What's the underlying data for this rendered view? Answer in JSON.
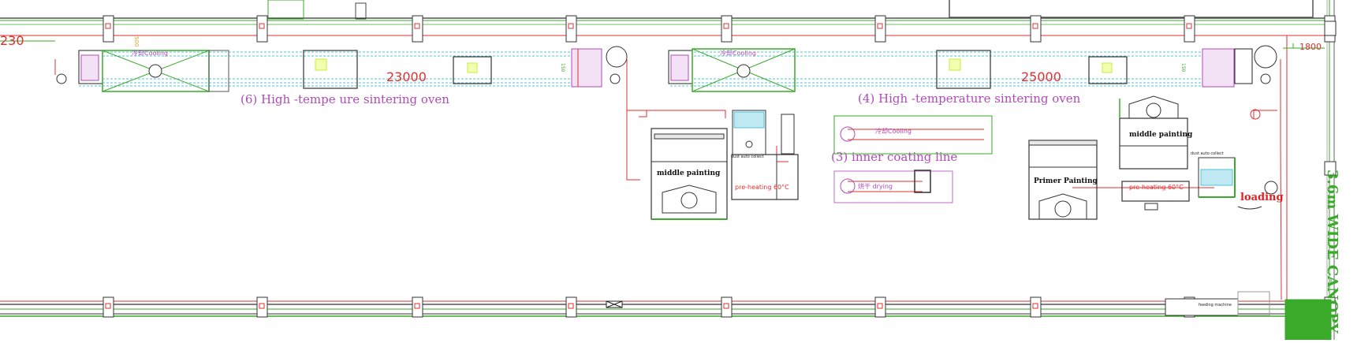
{
  "diagram": {
    "titles": {
      "oven_6": "(6) High -tempe   ure sintering oven",
      "oven_4": "(4) High -temperature sintering oven",
      "inner_coating": "(3) inner coating line"
    },
    "dimensions": {
      "d230": "230",
      "d23000": "23000",
      "d25000": "25000",
      "d1800": "1800",
      "d500": "500",
      "d150a": "150",
      "d150b": "150"
    },
    "labels": {
      "cooling_a": "冷却Cooling",
      "cooling_b": "冷却Cooling",
      "cooling_c": "冷却Cooling",
      "drying": "烘干 drying",
      "middle_painting_a": "middle painting",
      "middle_painting_b": "middle painting",
      "primer_painting": "Primer Painting",
      "preheating_a": "pre-heating 60°C",
      "preheating_b": "pre-heating 60°C",
      "dust_collect_a": "dust auto collect",
      "dust_collect_b": "dust auto collect",
      "loading": "loading",
      "feeding_machine": "feeding machine",
      "canopy": "3.6m WIDE CANOPY"
    },
    "colors": {
      "red": "#e03030",
      "green": "#3aaa2a",
      "purple": "#b04ab8",
      "cyan": "#4fc3d9",
      "dark": "#222222"
    }
  }
}
